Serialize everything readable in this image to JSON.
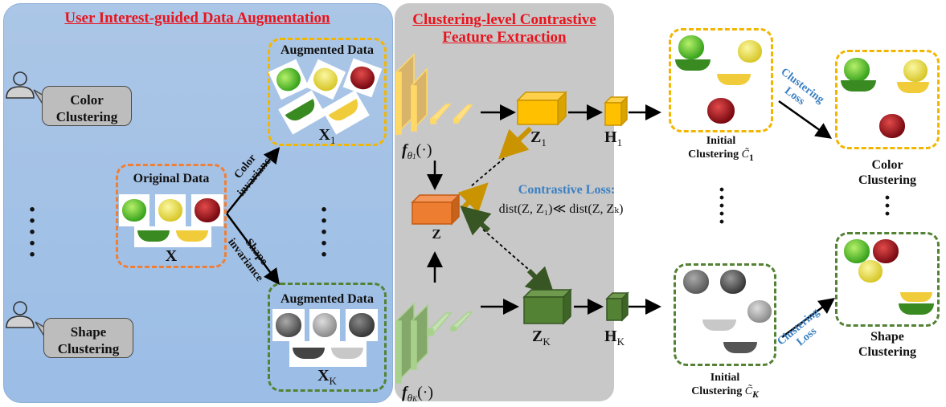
{
  "left_panel": {
    "title": "User Interest-guided Data Augmentation",
    "users": [
      {
        "bubble_line1": "Color",
        "bubble_line2": "Clustering",
        "icon": "user-icon"
      },
      {
        "bubble_line1": "Shape",
        "bubble_line2": "Clustering",
        "icon": "user-icon"
      }
    ],
    "original": {
      "title": "Original Data",
      "symbol": "X"
    },
    "augmented_color": {
      "title": "Augmented Data",
      "symbol": "X",
      "subscript": "1"
    },
    "augmented_shape": {
      "title": "Augmented Data",
      "symbol": "X",
      "subscript": "K"
    },
    "branch_color": {
      "line1": "Color",
      "line2": "invariance"
    },
    "branch_shape": {
      "line1": "Shape",
      "line2": "invariance"
    },
    "ellipsis": "⋮"
  },
  "middle_panel": {
    "title_line1": "Clustering-level Contrastive",
    "title_line2": "Feature Extraction",
    "encoder_top": {
      "f": "f",
      "sub": "θ",
      "subsub": "1",
      "arg": "(·)"
    },
    "encoder_bottom": {
      "f": "f",
      "sub": "θ",
      "subsub": "K",
      "arg": "(·)"
    },
    "z": "Z",
    "z1": {
      "symbol": "Z",
      "sub": "1"
    },
    "zk": {
      "symbol": "Z",
      "sub": "K"
    },
    "h1": {
      "symbol": "H",
      "sub": "1"
    },
    "hk": {
      "symbol": "H",
      "sub": "K"
    },
    "contrastive_title": "Contrastive Loss:",
    "contrastive_formula": "dist(Z, Z₁)≪ dist(Z, Zₖ)",
    "colors": {
      "yellow": "#ffc000",
      "orange": "#ed7d31",
      "green": "#548235",
      "blue_text": "#3a7fc2",
      "red_title": "#e8141e"
    }
  },
  "right_side": {
    "initial_top": {
      "line1": "Initial",
      "line2": "Clustering",
      "symbol": "C̃",
      "sub": "1"
    },
    "initial_bottom": {
      "line1": "Initial",
      "line2": "Clustering",
      "symbol": "C̃",
      "sub": "K"
    },
    "final_top": {
      "line1": "Color",
      "line2": "Clustering"
    },
    "final_bottom": {
      "line1": "Shape",
      "line2": "Clustering"
    },
    "loss_top": {
      "line1": "Clustering",
      "line2": "Loss"
    },
    "loss_bottom": {
      "line1": "Clustering",
      "line2": "Loss"
    },
    "ellipsis": "⋮"
  }
}
